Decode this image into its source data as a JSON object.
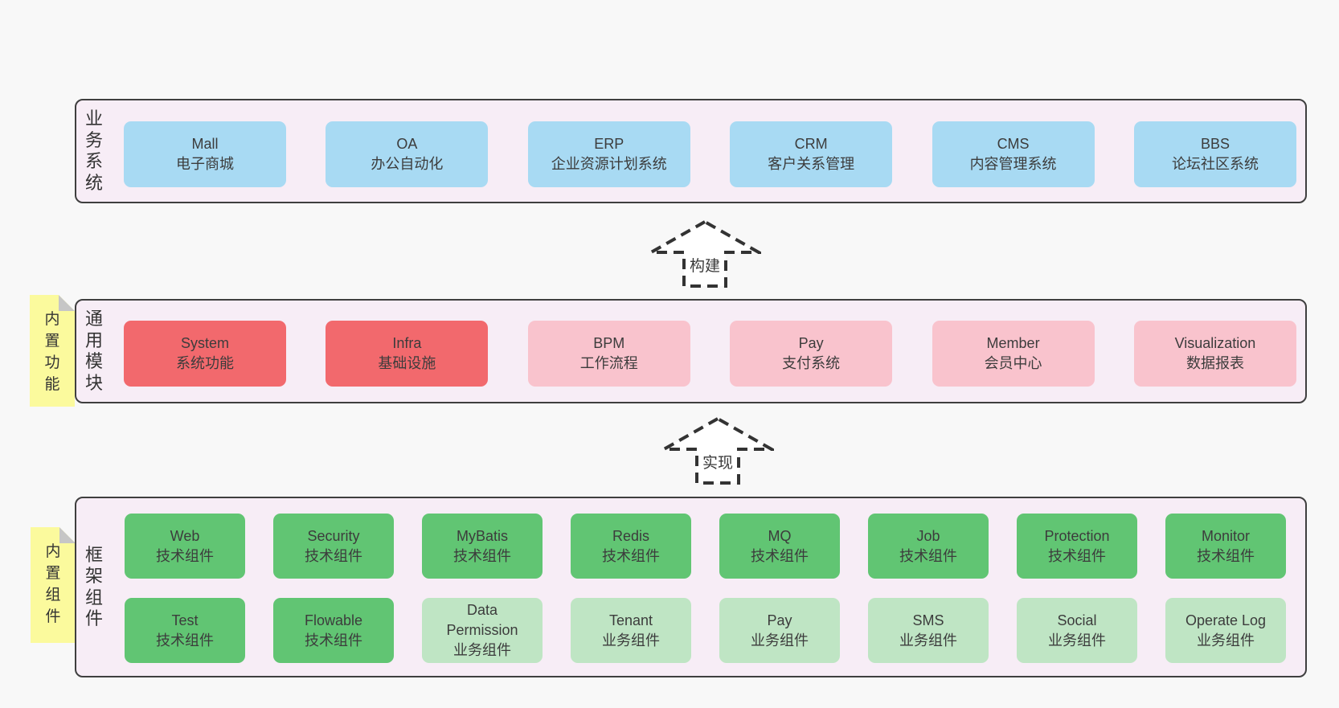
{
  "colors": {
    "page_background": "#f8f8f8",
    "panel_background": "#f7edf6",
    "panel_border": "#3f3f3f",
    "box_blue": "#a8daf3",
    "box_red": "#f2696d",
    "box_pink": "#f9c3cd",
    "box_green": "#61c573",
    "box_light_green": "#bfe5c4",
    "note_yellow": "#fbfa9d",
    "note_fold_gray": "#c6c6c6",
    "arrow_stroke": "#333333",
    "text": "#363636"
  },
  "arrows": [
    {
      "label": "构建"
    },
    {
      "label": "实现"
    }
  ],
  "layers": [
    {
      "label": "业务系统",
      "boxes": [
        {
          "name": "Mall",
          "subtitle": "电子商城"
        },
        {
          "name": "OA",
          "subtitle": "办公自动化"
        },
        {
          "name": "ERP",
          "subtitle": "企业资源计划系统"
        },
        {
          "name": "CRM",
          "subtitle": "客户关系管理"
        },
        {
          "name": "CMS",
          "subtitle": "内容管理系统"
        },
        {
          "name": "BBS",
          "subtitle": "论坛社区系统"
        }
      ]
    },
    {
      "label": "通用模块",
      "note": "内置功能",
      "boxes": [
        {
          "name": "System",
          "subtitle": "系统功能"
        },
        {
          "name": "Infra",
          "subtitle": "基础设施"
        },
        {
          "name": "BPM",
          "subtitle": "工作流程"
        },
        {
          "name": "Pay",
          "subtitle": "支付系统"
        },
        {
          "name": "Member",
          "subtitle": "会员中心"
        },
        {
          "name": "Visualization",
          "subtitle": "数据报表"
        }
      ]
    },
    {
      "label": "框架组件",
      "note": "内置组件",
      "rows": [
        [
          {
            "name": "Web",
            "subtitle": "技术组件"
          },
          {
            "name": "Security",
            "subtitle": "技术组件"
          },
          {
            "name": "MyBatis",
            "subtitle": "技术组件"
          },
          {
            "name": "Redis",
            "subtitle": "技术组件"
          },
          {
            "name": "MQ",
            "subtitle": "技术组件"
          },
          {
            "name": "Job",
            "subtitle": "技术组件"
          },
          {
            "name": "Protection",
            "subtitle": "技术组件"
          },
          {
            "name": "Monitor",
            "subtitle": "技术组件"
          }
        ],
        [
          {
            "name": "Test",
            "subtitle": "技术组件"
          },
          {
            "name": "Flowable",
            "subtitle": "技术组件"
          },
          {
            "name": "Data\nPermission",
            "subtitle": "业务组件"
          },
          {
            "name": "Tenant",
            "subtitle": "业务组件"
          },
          {
            "name": "Pay",
            "subtitle": "业务组件"
          },
          {
            "name": "SMS",
            "subtitle": "业务组件"
          },
          {
            "name": "Social",
            "subtitle": "业务组件"
          },
          {
            "name": "Operate Log",
            "subtitle": "业务组件"
          }
        ]
      ]
    }
  ]
}
